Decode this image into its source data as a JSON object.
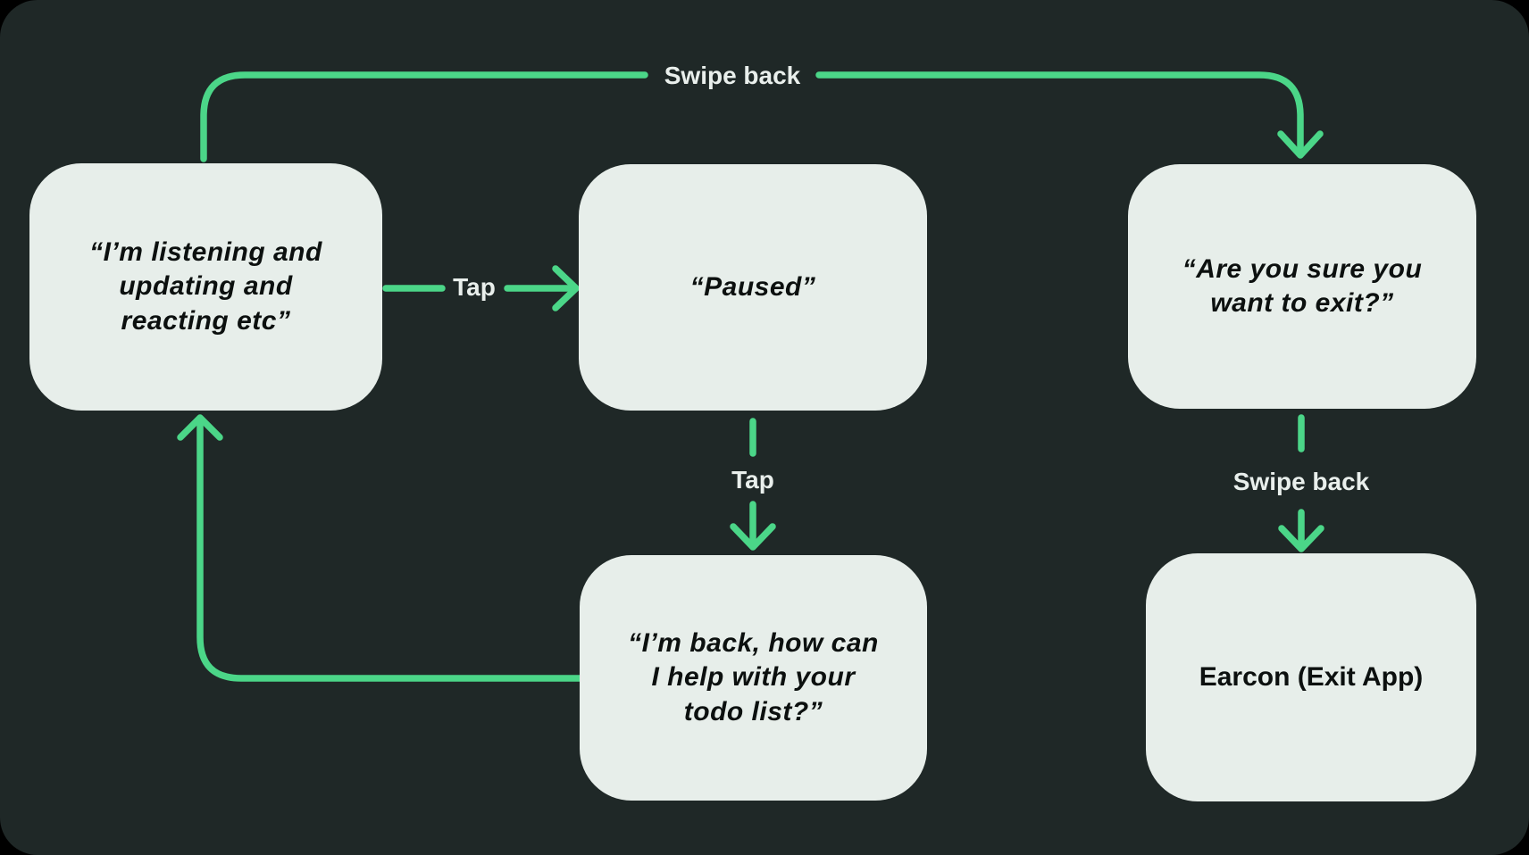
{
  "diagram": {
    "type": "flowchart",
    "colors": {
      "outer_background": "#000000",
      "panel_background": "#1f2827",
      "node_background": "#e7eeea",
      "node_text": "#0c100f",
      "arrow": "#4bd688",
      "edge_label_text": "#e9efec"
    },
    "nodes": [
      {
        "id": "listening",
        "label": "“I’m listening and updating and reacting etc”",
        "style": "quote"
      },
      {
        "id": "paused",
        "label": "“Paused”",
        "style": "quote"
      },
      {
        "id": "confirm-exit",
        "label": "“Are you sure you want to exit?”",
        "style": "quote"
      },
      {
        "id": "back-todo",
        "label": "“I’m back, how can I help with your todo list?”",
        "style": "quote"
      },
      {
        "id": "earcon-exit",
        "label": "Earcon (Exit App)",
        "style": "plain"
      }
    ],
    "edges": [
      {
        "from": "listening",
        "to": "confirm-exit",
        "label": "Swipe back",
        "gesture": "swipe-back"
      },
      {
        "from": "listening",
        "to": "paused",
        "label": "Tap",
        "gesture": "tap"
      },
      {
        "from": "paused",
        "to": "back-todo",
        "label": "Tap",
        "gesture": "tap"
      },
      {
        "from": "confirm-exit",
        "to": "earcon-exit",
        "label": "Swipe back",
        "gesture": "swipe-back"
      },
      {
        "from": "back-todo",
        "to": "listening",
        "label": "",
        "gesture": "loop-return"
      }
    ]
  }
}
